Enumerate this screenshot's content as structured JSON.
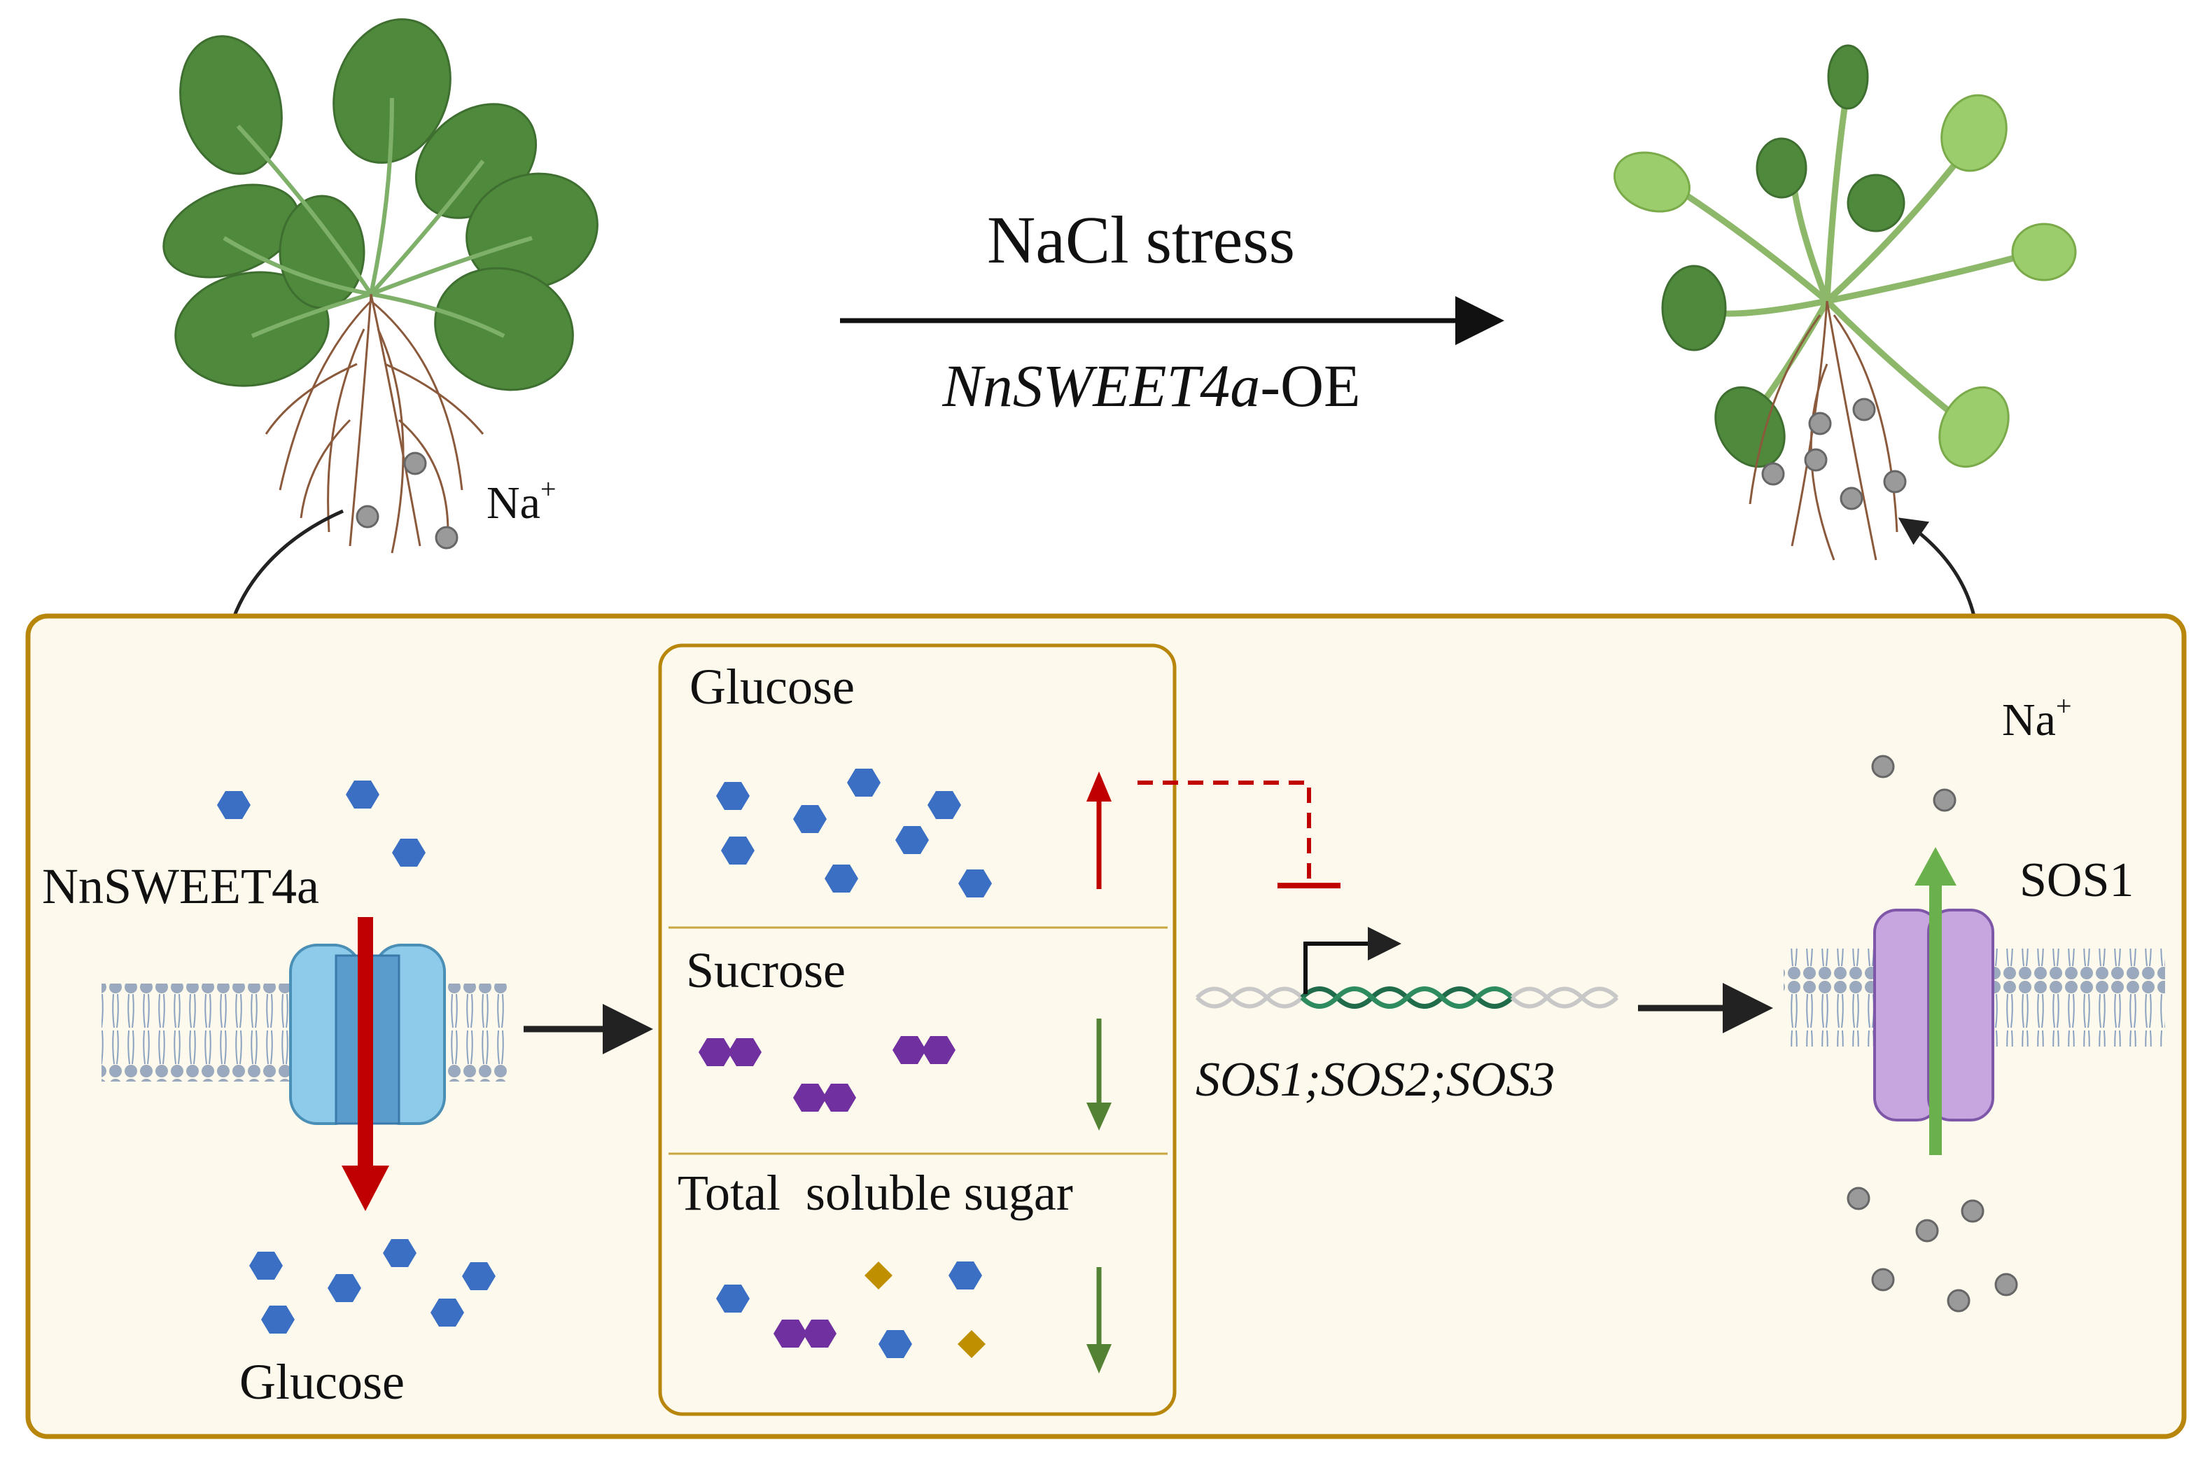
{
  "top": {
    "process_label": "NaCl stress",
    "gene_label_italic": "NnSWEET4a",
    "gene_label_suffix": "-OE",
    "ion_left": {
      "base": "Na",
      "sup": "+"
    },
    "ion_right": {
      "base": "Na",
      "sup": "+"
    }
  },
  "panel": {
    "transporter_label": "NnSWEET4a",
    "glucose_label": "Glucose",
    "sugar_box": {
      "glucose": {
        "label": "Glucose",
        "trend": "up"
      },
      "sucrose": {
        "label": "Sucrose",
        "trend": "down"
      },
      "total": {
        "label": "Total  soluble sugar",
        "trend": "down"
      }
    },
    "genes_label": "SOS1;SOS2;SOS3",
    "sos1_label": "SOS1"
  },
  "colors": {
    "glucose": "#3a6fc4",
    "sucrose": "#7030a0",
    "other_sugar": "#bf8f00",
    "sodium": "#9a9a9a",
    "up_arrow": "#c00000",
    "down_arrow": "#548235",
    "panel_fill": "#fdf9ec",
    "panel_border": "#b8860b",
    "channel": "#8ecbea",
    "sos1": "#c7a6e0",
    "leaf": "#4f8a3c",
    "root": "#8b5a3c"
  },
  "icons": [
    "plant-healthy-icon",
    "plant-stressed-icon",
    "membrane-icon",
    "dna-promoter-icon",
    "glucose-hexagon-icon",
    "sucrose-icon",
    "sodium-ion-icon"
  ]
}
